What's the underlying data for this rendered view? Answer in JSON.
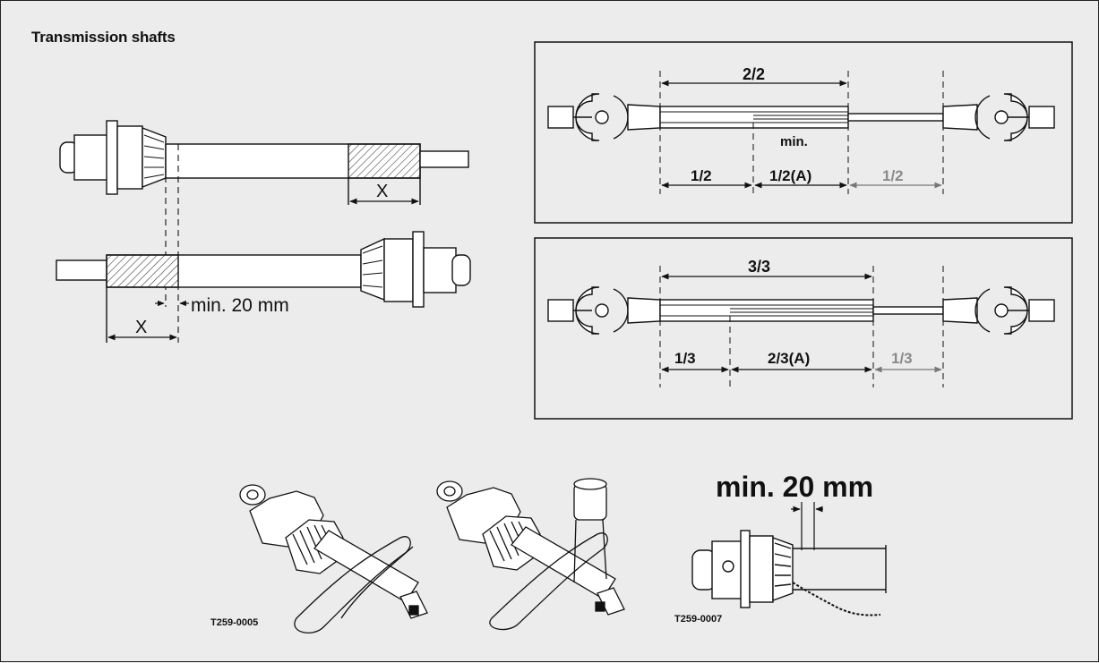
{
  "title": "Transmission shafts",
  "left_diagram": {
    "x_label_top": "X",
    "x_label_bottom": "X",
    "min_label": "min. 20 mm"
  },
  "panel_top": {
    "overall": "2/2",
    "min_note": "min.",
    "left": "1/2",
    "middle": "1/2(A)",
    "right": "1/2"
  },
  "panel_bottom": {
    "overall": "3/3",
    "left": "1/3",
    "middle": "2/3(A)",
    "right": "1/3"
  },
  "bottom_figures": {
    "code_left": "T259-0005",
    "code_right": "T259-0007",
    "min_label": "min. 20 mm"
  },
  "colors": {
    "background": "#ececec",
    "line": "#111111",
    "grey_label": "#8a8a8a"
  }
}
